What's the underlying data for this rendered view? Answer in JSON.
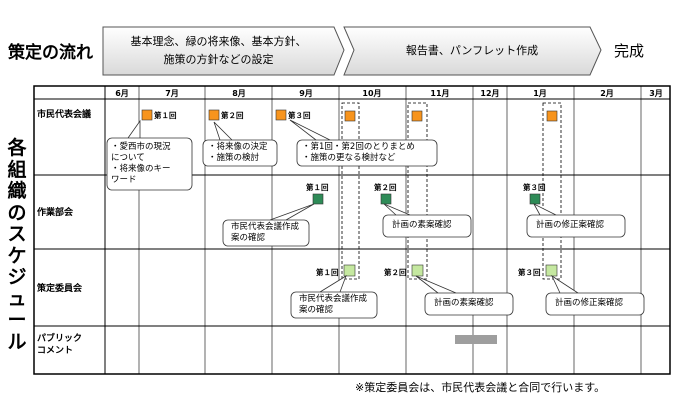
{
  "flow": {
    "title": "策定の流れ",
    "step1_line1": "基本理念、緑の将来像、基本方針、",
    "step1_line2": "施策の方針などの設定",
    "step2": "報告書、パンフレット作成",
    "done": "完成"
  },
  "side_title": [
    "各",
    "組",
    "織",
    "の",
    "ス",
    "ケ",
    "ジ",
    "ュ",
    "ー",
    "ル"
  ],
  "months": [
    "6月",
    "7月",
    "8月",
    "9月",
    "10月",
    "11月",
    "12月",
    "1月",
    "2月",
    "3月"
  ],
  "rows": {
    "citizen": "市民代表会議",
    "working": "作業部会",
    "committee": "策定委員会",
    "public_1": "パブリック",
    "public_2": "コメント"
  },
  "milestones": {
    "c1": "第１回",
    "c2": "第２回",
    "c3": "第３回",
    "w1": "第１回",
    "w2": "第２回",
    "w3": "第３回",
    "k1": "第１回",
    "k2": "第２回",
    "k3": "第３回"
  },
  "bubbles": {
    "b1": [
      "・愛西市の現況",
      "について",
      "・将来像のキー",
      "ワード"
    ],
    "b2": [
      "・将来像の決定",
      "・施策の検討"
    ],
    "b3": [
      "・第1回・第2回のとりまとめ",
      "・施策の更なる検討など"
    ],
    "b4": [
      "市民代表会議作成",
      "案の確認"
    ],
    "b5": [
      "計画の素案確認"
    ],
    "b6": [
      "計画の修正案確認"
    ],
    "b7": [
      "市民代表会議作成",
      "案の確認"
    ],
    "b8": [
      "計画の素案確認"
    ],
    "b9": [
      "計画の修正案確認"
    ]
  },
  "colors": {
    "citizen": "#f7941d",
    "working": "#2e8b57",
    "committee": "#c5e8a0",
    "public": "#9e9e9e"
  },
  "note": "※策定委員会は、市民代表会議と合同で行います。"
}
